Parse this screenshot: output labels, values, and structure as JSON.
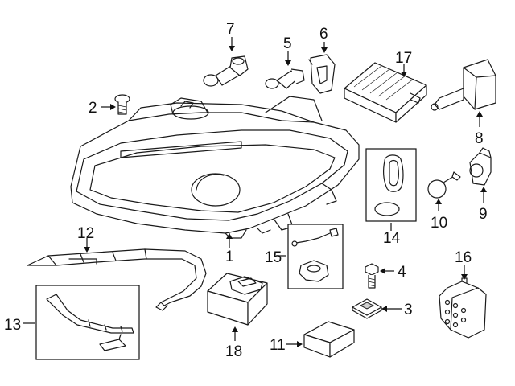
{
  "callouts": {
    "c1": "1",
    "c2": "2",
    "c3": "3",
    "c4": "4",
    "c5": "5",
    "c6": "6",
    "c7": "7",
    "c8": "8",
    "c9": "9",
    "c10": "10",
    "c11": "11",
    "c12": "12",
    "c13": "13",
    "c14": "14",
    "c15": "15",
    "c16": "16",
    "c17": "17",
    "c18": "18"
  },
  "icons": {
    "headlamp": "headlamp-assembly-icon",
    "bulb": "bulb-icon",
    "xenon_bulb": "xenon-bulb-icon",
    "ballast": "ballast-module-icon",
    "screw": "screw-icon",
    "nut": "clip-nut-icon",
    "bracket": "repair-bracket-icon",
    "seal": "gasket-icon",
    "harness": "wiring-harness-icon",
    "label": "label-kit-icon"
  },
  "colors": {
    "line": "#1a1a1a",
    "shade": "#cfcfcf",
    "background": "#ffffff"
  }
}
